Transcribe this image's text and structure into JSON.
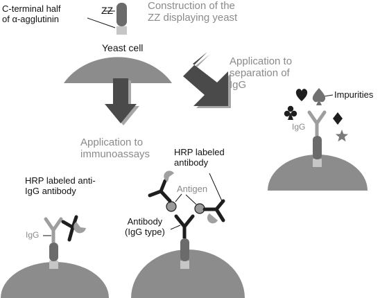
{
  "colors": {
    "cell": "#8c8c8c",
    "stalk": "#6b6b6b",
    "collar": "#c6c6c6",
    "arrow_face": "#4a4a4a",
    "arrow_shadow": "#a6a6a6",
    "igg": "#9e9e9e",
    "antibody": "#1e1e1e",
    "hrp": "#a0a0a0",
    "antigen": "#9a9a9a",
    "label_dark": "#111111",
    "label_gray": "#8a8a8a"
  },
  "labels": {
    "c_terminal_line1": "C-terminal half",
    "c_terminal_line2": "of α-agglutinin",
    "zz": "ZZ",
    "yeast_cell": "Yeast cell",
    "construction_line1": "Construction of the",
    "construction_line2": "ZZ displaying yeast",
    "separation_line1": "Application to",
    "separation_line2": "separation of",
    "separation_line3": "IgG",
    "impurities": "Impurities",
    "igg_right": "IgG",
    "immuno_line1": "Application to",
    "immuno_line2": "immunoassays",
    "hrp_anti_line1": "HRP labeled anti-",
    "hrp_anti_line2": "IgG antibody",
    "igg_left": "IgG",
    "hrp_ab_line1": "HRP labeled",
    "hrp_ab_line2": "antibody",
    "antigen": "Antigen",
    "antibody_line1": "Antibody",
    "antibody_line2": "(IgG type)"
  },
  "icons": [
    "heart-icon",
    "spade-icon",
    "club-icon",
    "diamond-icon",
    "star-icon"
  ]
}
